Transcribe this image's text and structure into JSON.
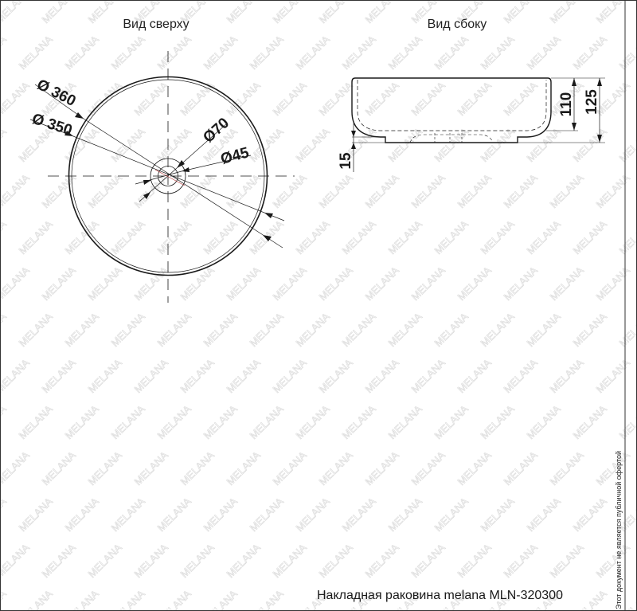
{
  "watermark": "MELANA",
  "views": {
    "top_title": "Вид сверху",
    "side_title": "Вид сбоку"
  },
  "dimensions": {
    "outer_diameter": "Ø 360",
    "inner_diameter": "Ø 350",
    "drain_outer": "Ø70",
    "drain_inner": "Ø45",
    "inner_height": "110",
    "total_height": "125",
    "foot_height": "15"
  },
  "title": "Накладная раковина melana MLN-320300",
  "disclaimer": "Этот документ не является публичной офертой",
  "colors": {
    "line": "#1a1a1a",
    "watermark": "#d9d9d9",
    "axis": "#b03030"
  }
}
